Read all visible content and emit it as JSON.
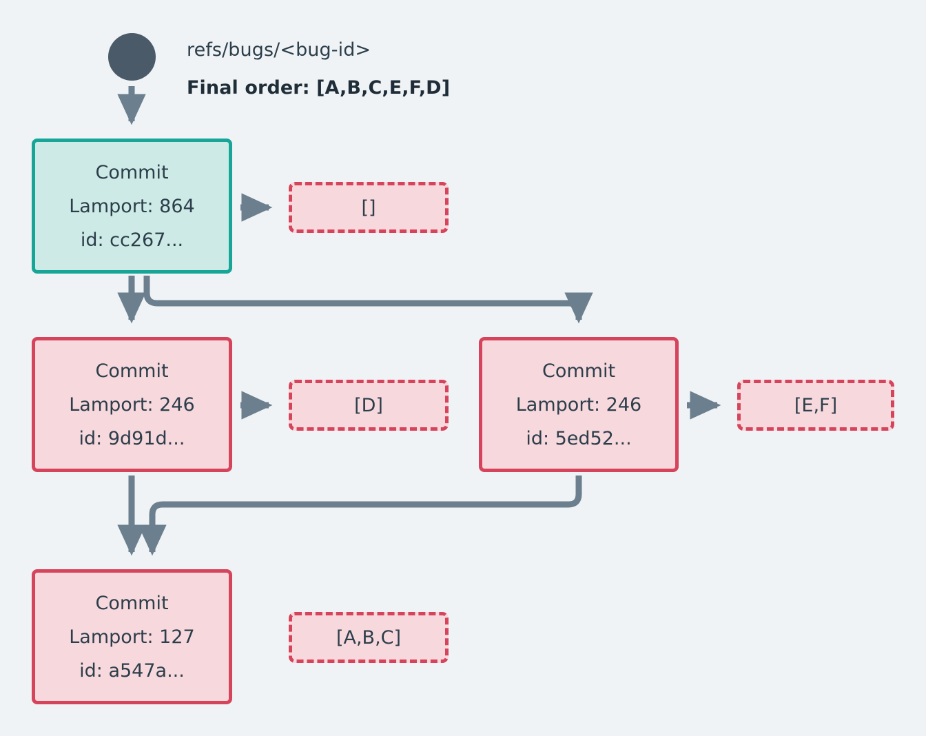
{
  "diagram": {
    "title_ref": "refs/bugs/<bug-id>",
    "final_order": "Final order: [A,B,C,E,F,D]",
    "start_marker": "start-node",
    "colors": {
      "background": "#eff3f5",
      "teal_border": "#16a596",
      "teal_fill": "#cdeae6",
      "red_border": "#d6445c",
      "red_fill": "#f7d8dd",
      "edge": "#6b7f8e",
      "start_dot": "#4a5a68",
      "text": "#2c3e4a"
    },
    "nodes": [
      {
        "id": "cc267",
        "kind": "Commit",
        "lamport": "Lamport: 864",
        "commit_id": "id: cc267...",
        "accent": "teal"
      },
      {
        "id": "9d91d",
        "kind": "Commit",
        "lamport": "Lamport: 246",
        "commit_id": "id: 9d91d...",
        "accent": "red"
      },
      {
        "id": "5ed52",
        "kind": "Commit",
        "lamport": "Lamport: 246",
        "commit_id": "id: 5ed52...",
        "accent": "red"
      },
      {
        "id": "a547a",
        "kind": "Commit",
        "lamport": "Lamport: 127",
        "commit_id": "id: a547a...",
        "accent": "red"
      }
    ],
    "payloads": [
      {
        "for": "cc267",
        "ops": "[]"
      },
      {
        "for": "9d91d",
        "ops": "[D]"
      },
      {
        "for": "5ed52",
        "ops": "[E,F]"
      },
      {
        "for": "a547a",
        "ops": "[A,B,C]"
      }
    ],
    "edges": [
      {
        "from": "start",
        "to": "cc267",
        "style": "straight-down"
      },
      {
        "from": "cc267",
        "to": "payload-cc267",
        "style": "straight-right"
      },
      {
        "from": "cc267",
        "to": "9d91d",
        "style": "straight-down"
      },
      {
        "from": "cc267",
        "to": "5ed52",
        "style": "elbow-right-down"
      },
      {
        "from": "9d91d",
        "to": "payload-9d91d",
        "style": "straight-right"
      },
      {
        "from": "5ed52",
        "to": "payload-5ed52",
        "style": "straight-right"
      },
      {
        "from": "9d91d",
        "to": "a547a",
        "style": "straight-down"
      },
      {
        "from": "5ed52",
        "to": "a547a",
        "style": "elbow-left-down"
      }
    ]
  }
}
